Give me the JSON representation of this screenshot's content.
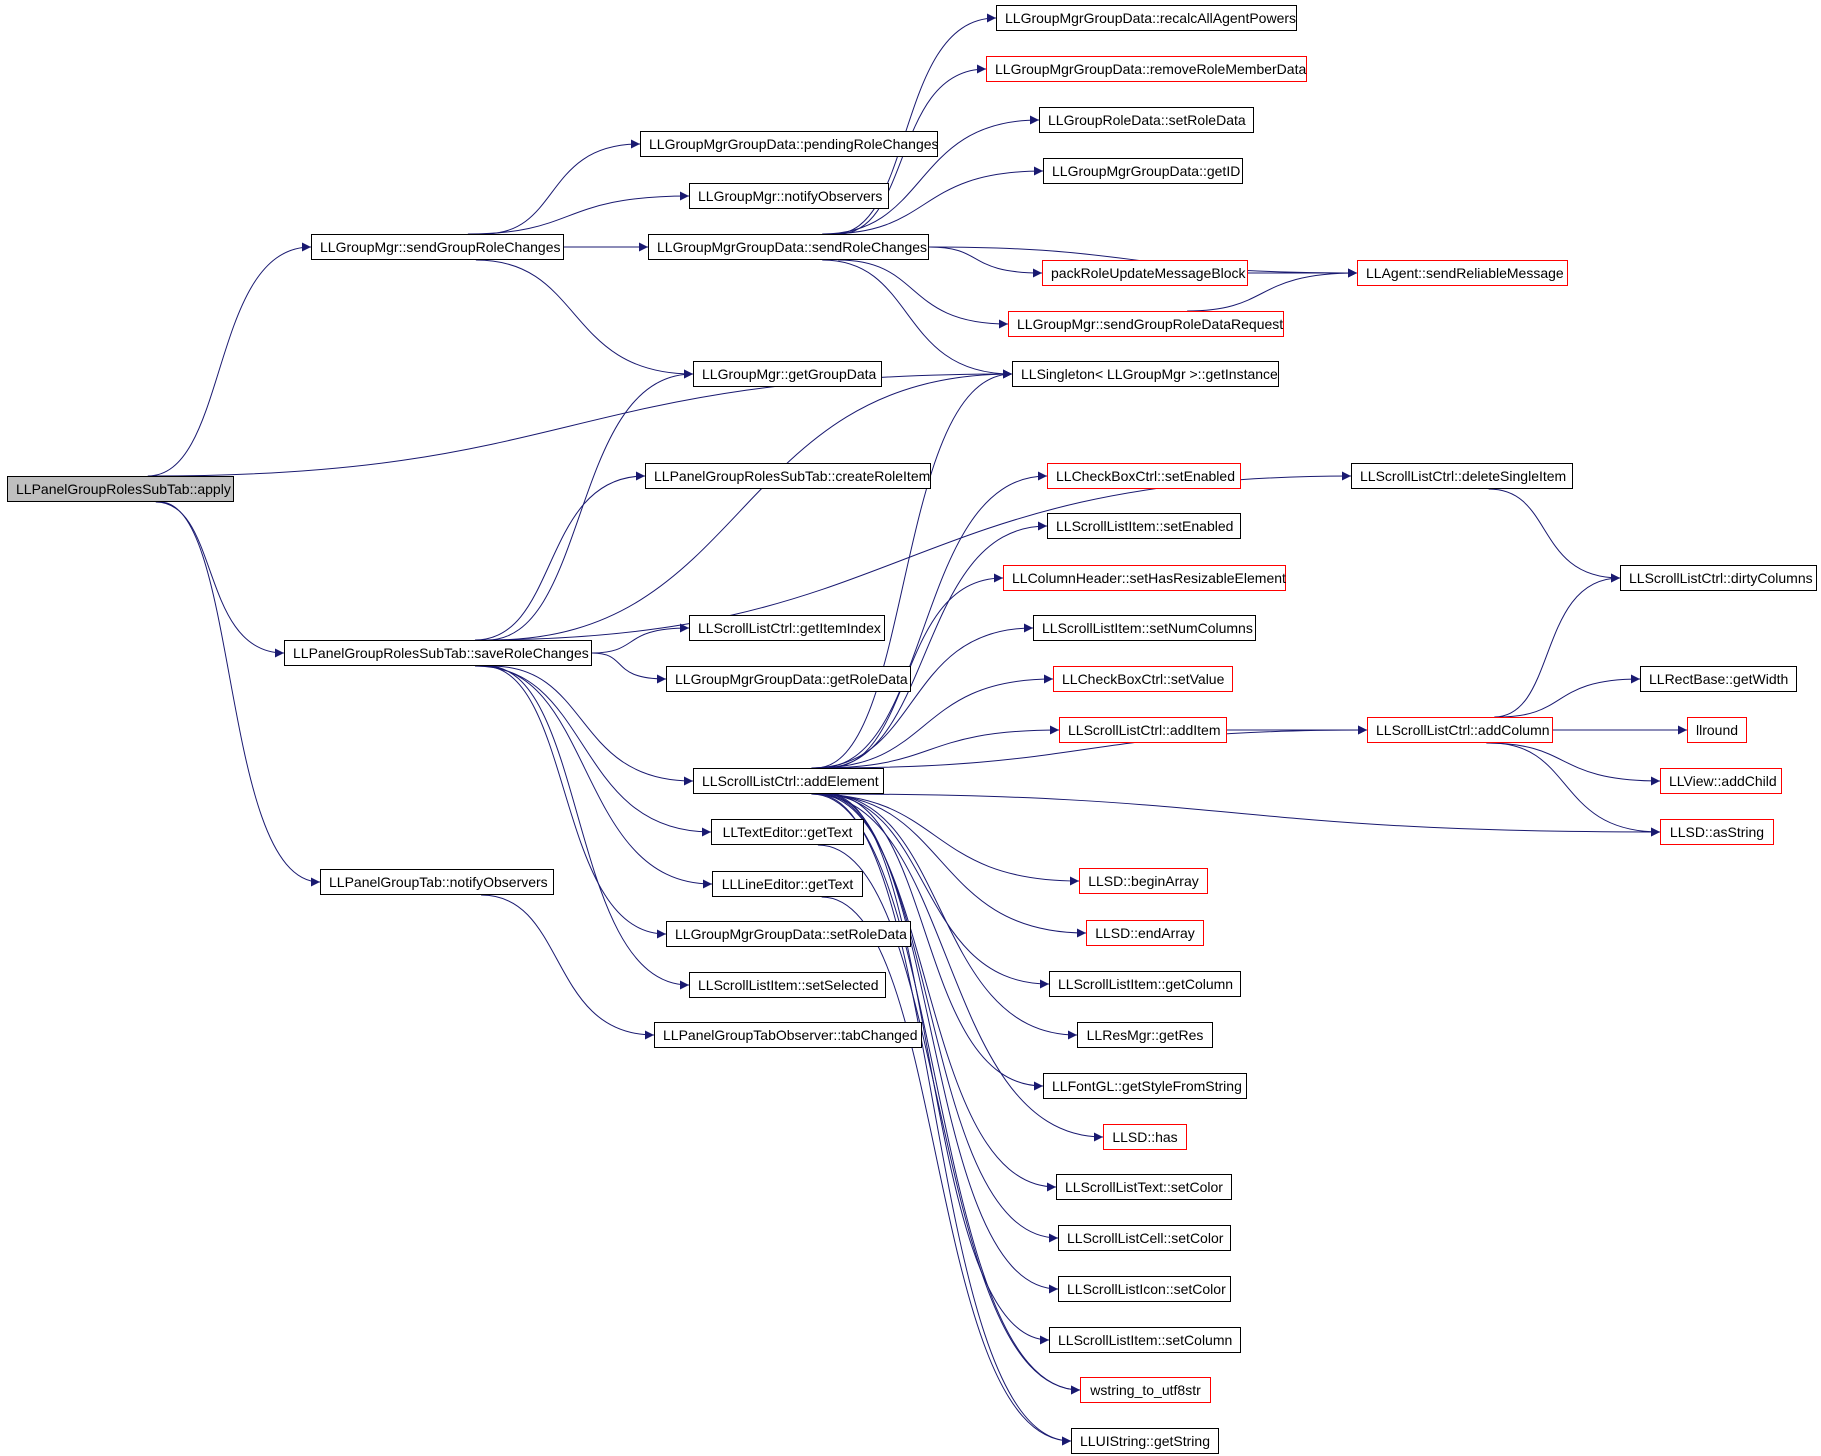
{
  "graph": {
    "nodes": [
      {
        "id": "apply",
        "label": "LLPanelGroupRolesSubTab::apply",
        "root": true,
        "border": "#000000"
      },
      {
        "id": "sendGroupRoleChanges",
        "label": "LLGroupMgr::sendGroupRoleChanges",
        "border": "#000000"
      },
      {
        "id": "saveRoleChanges",
        "label": "LLPanelGroupRolesSubTab::saveRoleChanges",
        "border": "#000000"
      },
      {
        "id": "panelNotifyObservers",
        "label": "LLPanelGroupTab::notifyObservers",
        "border": "#000000"
      },
      {
        "id": "pendingRoleChanges",
        "label": "LLGroupMgrGroupData::pendingRoleChanges",
        "border": "#000000"
      },
      {
        "id": "mgrNotifyObservers",
        "label": "LLGroupMgr::notifyObservers",
        "border": "#000000"
      },
      {
        "id": "sendRoleChanges",
        "label": "LLGroupMgrGroupData::sendRoleChanges",
        "border": "#000000"
      },
      {
        "id": "getGroupData",
        "label": "LLGroupMgr::getGroupData",
        "border": "#000000"
      },
      {
        "id": "createRoleItem",
        "label": "LLPanelGroupRolesSubTab::createRoleItem",
        "border": "#000000"
      },
      {
        "id": "getItemIndex",
        "label": "LLScrollListCtrl::getItemIndex",
        "border": "#000000"
      },
      {
        "id": "getRoleData",
        "label": "LLGroupMgrGroupData::getRoleData",
        "border": "#000000"
      },
      {
        "id": "addElement",
        "label": "LLScrollListCtrl::addElement",
        "border": "#000000"
      },
      {
        "id": "textEditorGetText",
        "label": "LLTextEditor::getText",
        "border": "#000000"
      },
      {
        "id": "lineEditorGetText",
        "label": "LLLineEditor::getText",
        "border": "#000000"
      },
      {
        "id": "gmgdSetRoleData",
        "label": "LLGroupMgrGroupData::setRoleData",
        "border": "#000000"
      },
      {
        "id": "setSelected",
        "label": "LLScrollListItem::setSelected",
        "border": "#000000"
      },
      {
        "id": "tabChanged",
        "label": "LLPanelGroupTabObserver::tabChanged",
        "border": "#000000"
      },
      {
        "id": "recalcAllAgentPowers",
        "label": "LLGroupMgrGroupData::recalcAllAgentPowers",
        "border": "#000000"
      },
      {
        "id": "removeRoleMemberData",
        "label": "LLGroupMgrGroupData::removeRoleMemberData",
        "border": "#ff0000"
      },
      {
        "id": "grdSetRoleData",
        "label": "LLGroupRoleData::setRoleData",
        "border": "#000000"
      },
      {
        "id": "getID",
        "label": "LLGroupMgrGroupData::getID",
        "border": "#000000"
      },
      {
        "id": "packRoleUpdateMessageBlock",
        "label": "packRoleUpdateMessageBlock",
        "border": "#ff0000"
      },
      {
        "id": "sendGroupRoleDataRequest",
        "label": "LLGroupMgr::sendGroupRoleDataRequest",
        "border": "#ff0000"
      },
      {
        "id": "getInstance",
        "label": "LLSingleton< LLGroupMgr >::getInstance",
        "border": "#000000"
      },
      {
        "id": "checkSetEnabled",
        "label": "LLCheckBoxCtrl::setEnabled",
        "border": "#ff0000"
      },
      {
        "id": "itemSetEnabled",
        "label": "LLScrollListItem::setEnabled",
        "border": "#000000"
      },
      {
        "id": "setHasResizableElement",
        "label": "LLColumnHeader::setHasResizableElement",
        "border": "#ff0000"
      },
      {
        "id": "setNumColumns",
        "label": "LLScrollListItem::setNumColumns",
        "border": "#000000"
      },
      {
        "id": "checkSetValue",
        "label": "LLCheckBoxCtrl::setValue",
        "border": "#ff0000"
      },
      {
        "id": "addItem",
        "label": "LLScrollListCtrl::addItem",
        "border": "#ff0000"
      },
      {
        "id": "beginArray",
        "label": "LLSD::beginArray",
        "border": "#ff0000"
      },
      {
        "id": "endArray",
        "label": "LLSD::endArray",
        "border": "#ff0000"
      },
      {
        "id": "getColumn",
        "label": "LLScrollListItem::getColumn",
        "border": "#000000"
      },
      {
        "id": "getRes",
        "label": "LLResMgr::getRes",
        "border": "#000000"
      },
      {
        "id": "getStyleFromString",
        "label": "LLFontGL::getStyleFromString",
        "border": "#000000"
      },
      {
        "id": "has",
        "label": "LLSD::has",
        "border": "#ff0000"
      },
      {
        "id": "textSetColor",
        "label": "LLScrollListText::setColor",
        "border": "#000000"
      },
      {
        "id": "cellSetColor",
        "label": "LLScrollListCell::setColor",
        "border": "#000000"
      },
      {
        "id": "iconSetColor",
        "label": "LLScrollListIcon::setColor",
        "border": "#000000"
      },
      {
        "id": "setColumn",
        "label": "LLScrollListItem::setColumn",
        "border": "#000000"
      },
      {
        "id": "wstringToUtf8str",
        "label": "wstring_to_utf8str",
        "border": "#ff0000"
      },
      {
        "id": "getString",
        "label": "LLUIString::getString",
        "border": "#000000"
      },
      {
        "id": "sendReliableMessage",
        "label": "LLAgent::sendReliableMessage",
        "border": "#ff0000"
      },
      {
        "id": "deleteSingleItem",
        "label": "LLScrollListCtrl::deleteSingleItem",
        "border": "#000000"
      },
      {
        "id": "addColumn",
        "label": "LLScrollListCtrl::addColumn",
        "border": "#ff0000"
      },
      {
        "id": "dirtyColumns",
        "label": "LLScrollListCtrl::dirtyColumns",
        "border": "#000000"
      },
      {
        "id": "getWidth",
        "label": "LLRectBase::getWidth",
        "border": "#000000"
      },
      {
        "id": "llround",
        "label": "llround",
        "border": "#ff0000"
      },
      {
        "id": "addChild",
        "label": "LLView::addChild",
        "border": "#ff0000"
      },
      {
        "id": "asString",
        "label": "LLSD::asString",
        "border": "#ff0000"
      }
    ],
    "edges": [
      [
        "apply",
        "sendGroupRoleChanges"
      ],
      [
        "apply",
        "getInstance"
      ],
      [
        "apply",
        "saveRoleChanges"
      ],
      [
        "apply",
        "panelNotifyObservers"
      ],
      [
        "sendGroupRoleChanges",
        "pendingRoleChanges"
      ],
      [
        "sendGroupRoleChanges",
        "mgrNotifyObservers"
      ],
      [
        "sendGroupRoleChanges",
        "sendRoleChanges"
      ],
      [
        "sendGroupRoleChanges",
        "getGroupData"
      ],
      [
        "sendRoleChanges",
        "recalcAllAgentPowers"
      ],
      [
        "sendRoleChanges",
        "removeRoleMemberData"
      ],
      [
        "sendRoleChanges",
        "grdSetRoleData"
      ],
      [
        "sendRoleChanges",
        "getID"
      ],
      [
        "sendRoleChanges",
        "sendReliableMessage"
      ],
      [
        "sendRoleChanges",
        "packRoleUpdateMessageBlock"
      ],
      [
        "sendRoleChanges",
        "sendGroupRoleDataRequest"
      ],
      [
        "sendRoleChanges",
        "getInstance"
      ],
      [
        "packRoleUpdateMessageBlock",
        "sendReliableMessage"
      ],
      [
        "sendGroupRoleDataRequest",
        "sendReliableMessage"
      ],
      [
        "saveRoleChanges",
        "getGroupData"
      ],
      [
        "saveRoleChanges",
        "getInstance"
      ],
      [
        "saveRoleChanges",
        "createRoleItem"
      ],
      [
        "saveRoleChanges",
        "deleteSingleItem"
      ],
      [
        "saveRoleChanges",
        "getItemIndex"
      ],
      [
        "saveRoleChanges",
        "getRoleData"
      ],
      [
        "saveRoleChanges",
        "addElement"
      ],
      [
        "saveRoleChanges",
        "textEditorGetText"
      ],
      [
        "saveRoleChanges",
        "lineEditorGetText"
      ],
      [
        "saveRoleChanges",
        "gmgdSetRoleData"
      ],
      [
        "saveRoleChanges",
        "setSelected"
      ],
      [
        "panelNotifyObservers",
        "tabChanged"
      ],
      [
        "deleteSingleItem",
        "dirtyColumns"
      ],
      [
        "addElement",
        "getInstance"
      ],
      [
        "addElement",
        "checkSetEnabled"
      ],
      [
        "addElement",
        "itemSetEnabled"
      ],
      [
        "addElement",
        "setHasResizableElement"
      ],
      [
        "addElement",
        "setNumColumns"
      ],
      [
        "addElement",
        "checkSetValue"
      ],
      [
        "addElement",
        "addItem"
      ],
      [
        "addElement",
        "addColumn"
      ],
      [
        "addElement",
        "asString"
      ],
      [
        "addElement",
        "beginArray"
      ],
      [
        "addElement",
        "endArray"
      ],
      [
        "addElement",
        "getColumn"
      ],
      [
        "addElement",
        "getRes"
      ],
      [
        "addElement",
        "getStyleFromString"
      ],
      [
        "addElement",
        "has"
      ],
      [
        "addElement",
        "textSetColor"
      ],
      [
        "addElement",
        "cellSetColor"
      ],
      [
        "addElement",
        "iconSetColor"
      ],
      [
        "addElement",
        "setColumn"
      ],
      [
        "addElement",
        "wstringToUtf8str"
      ],
      [
        "addElement",
        "getString"
      ],
      [
        "addItem",
        "addColumn"
      ],
      [
        "addColumn",
        "dirtyColumns"
      ],
      [
        "addColumn",
        "getWidth"
      ],
      [
        "addColumn",
        "llround"
      ],
      [
        "addColumn",
        "addChild"
      ],
      [
        "addColumn",
        "asString"
      ],
      [
        "textEditorGetText",
        "wstringToUtf8str"
      ],
      [
        "lineEditorGetText",
        "getString"
      ]
    ],
    "edge_color": "#191970"
  }
}
